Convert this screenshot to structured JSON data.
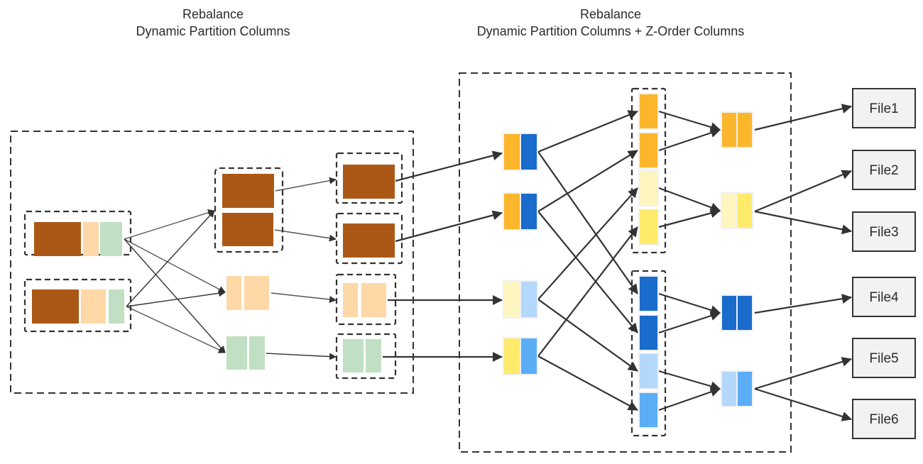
{
  "titles": {
    "left": {
      "line1": "Rebalance",
      "line2": "Dynamic Partition Columns"
    },
    "right": {
      "line1": "Rebalance",
      "line2": "Dynamic Partition Columns + Z-Order Columns"
    }
  },
  "colors": {
    "brown": "#ab5817",
    "peach": "#fed8a7",
    "green": "#c1e0c3",
    "orange": "#fbb62b",
    "pale_yellow": "#fef6c1",
    "yellow": "#feeb6a",
    "dark_blue": "#196bcc",
    "light_blue": "#b3d8fb",
    "mid_blue": "#5badf6",
    "line": "#333333",
    "file_bg": "#f2f2f2"
  },
  "files": [
    "File1",
    "File2",
    "File3",
    "File4",
    "File5",
    "File6"
  ],
  "stages": {
    "input_rows": [
      {
        "blocks": [
          "brown",
          "peach",
          "green"
        ]
      },
      {
        "blocks": [
          "brown",
          "peach",
          "green"
        ]
      }
    ],
    "shuffled_groups": [
      "brown+brown",
      "peach+peach",
      "green+green"
    ],
    "partition_outputs": [
      "brown",
      "brown",
      "peach+peach",
      "green+green"
    ],
    "zorder_inputs": [
      "orange+dark_blue",
      "orange+dark_blue",
      "pale_yellow+light_blue",
      "yellow+mid_blue"
    ],
    "zorder_shuffle_top": [
      "orange",
      "orange",
      "pale_yellow",
      "yellow"
    ],
    "zorder_shuffle_bottom": [
      "dark_blue",
      "dark_blue",
      "light_blue",
      "mid_blue"
    ],
    "zorder_outputs": [
      "orange+orange",
      "pale_yellow+yellow",
      "dark_blue+dark_blue",
      "light_blue+mid_blue"
    ]
  }
}
